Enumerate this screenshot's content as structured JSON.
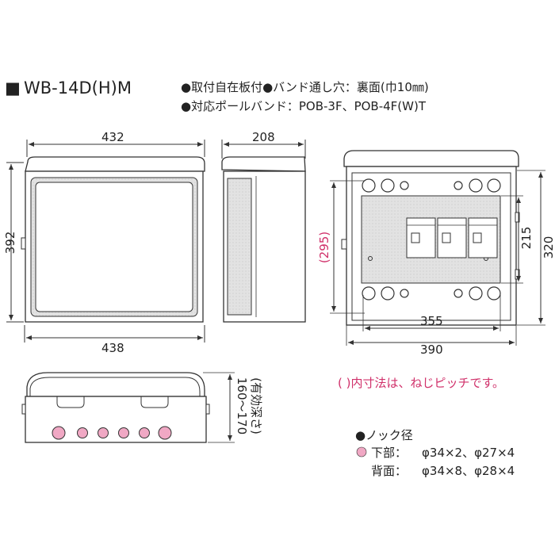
{
  "title": {
    "square": "■",
    "model": "WB-14D(H)M"
  },
  "specs": [
    "●取付自在板付●バンド通し穴：裏面(巾10㎜)",
    "●対応ポールバンド：POB-3F、POB-4F(W)T"
  ],
  "front_view": {
    "width_top": "432",
    "height": "392",
    "width_bottom": "438"
  },
  "side_view": {
    "depth": "208"
  },
  "interior_view": {
    "pitch_height": "(295)",
    "inner_height": "215",
    "height": "320",
    "pitch_width": "355",
    "width": "390"
  },
  "bottom_view": {
    "depth_range": "160～170",
    "depth_note": "(有効深さ)"
  },
  "note_pitch": "( )内寸法は、ねじピッチです。",
  "knockouts": {
    "heading": "●ノック径",
    "bottom_label": "下部：",
    "bottom_value": "φ34×2、φ27×4",
    "back_label": "背面：",
    "back_value": "φ34×8、φ28×4"
  },
  "colors": {
    "line": "#333333",
    "panel_gray": "#e4e4e4",
    "knockout_pink": "#f0a8c4",
    "note_pink": "#d0306a"
  }
}
